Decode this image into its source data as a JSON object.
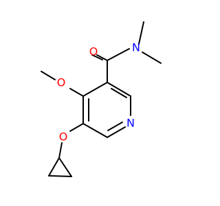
{
  "molecule": {
    "atoms": {
      "O_carbonyl": "O",
      "N_amide": "N",
      "O_methoxy": "O",
      "N_ring": "N",
      "O_ether": "O"
    },
    "colors": {
      "oxygen": "#ff0000",
      "nitrogen": "#0000ff",
      "bond": "#000000"
    }
  }
}
